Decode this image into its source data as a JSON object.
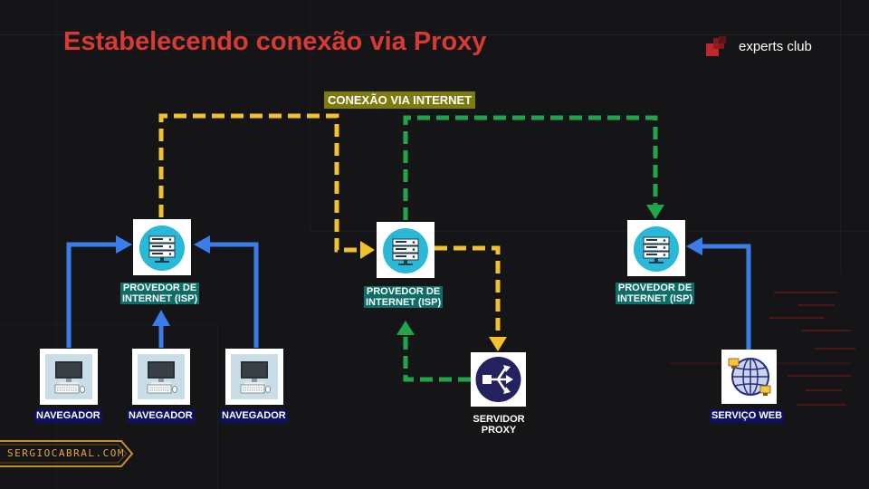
{
  "slide": {
    "title": "Estabelecendo conexão via Proxy",
    "brand": {
      "name": "experts club",
      "logo_color": "#c0262b"
    },
    "tag": "CONEXÃO VIA INTERNET",
    "footer": "SERGIOCABRAL.COM"
  },
  "nodes": {
    "isp_left": {
      "label_line1": "PROVEDOR  DE",
      "label_line2": "INTERNET  (ISP)"
    },
    "isp_mid": {
      "label_line1": "PROVEDOR  DE",
      "label_line2": "INTERNET  (ISP)"
    },
    "isp_right": {
      "label_line1": "PROVEDOR  DE",
      "label_line2": "INTERNET  (ISP)"
    },
    "browser_1": {
      "label": "NAVEGADOR"
    },
    "browser_2": {
      "label": "NAVEGADOR"
    },
    "browser_3": {
      "label": "NAVEGADOR"
    },
    "proxy": {
      "label_line1": "SERVIDOR",
      "label_line2": "PROXY"
    },
    "web": {
      "label": "SERVIÇO  WEB"
    }
  },
  "colors": {
    "background": "#151517",
    "title": "#d63a32",
    "yellow_path": "#f2c12e",
    "green_path": "#1fa64a",
    "blue_arrow": "#3a7de8",
    "isp_label_bg": "#0d6e68",
    "dark_label_bg": "#101060",
    "tag_bg": "#7d7a10",
    "server_circle": "#29b8d8"
  },
  "icons": {
    "server": "server-rack-icon",
    "computer": "desktop-computer-icon",
    "proxy": "proxy-distribution-icon",
    "web": "globe-network-icon",
    "brand": "experts-club-logo-icon"
  }
}
